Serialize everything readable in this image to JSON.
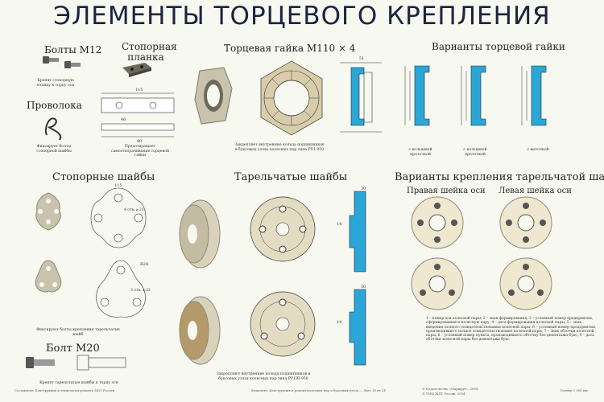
{
  "title": "ЭЛЕМЕНТЫ ТОРЦЕВОГО КРЕПЛЕНИЯ",
  "sections": {
    "bolts_m12": "Болты М12",
    "lock_plate": "Стопорная планка",
    "end_nut": "Торцевая гайка М110 × 4",
    "nut_variants": "Варианты торцевой гайки",
    "wire": "Проволока",
    "lock_washers": "Стопорные шайбы",
    "disc_washers": "Тарельчатые шайбы",
    "fastening_variants": "Варианты крепления тарельчатой шайбой",
    "right_neck": "Правая шейка оси",
    "left_neck": "Левая шейка оси",
    "bolt_m20": "Болт М20"
  },
  "notes": {
    "bolts_m12": "Крепят стопорную планку к торцу оси",
    "wire": "Фиксирует болты стопорной шайбы",
    "lock_plate": "Предотвращает самоотворачивание торцевой гайки",
    "end_nut": "Закрепляет внутренние кольца подшипников в буксовых узлах колесных пар типа РУ1-950",
    "variant_1": "с кольцевой проточкой",
    "variant_2": "с кольцевой проточкой",
    "variant_3": "с выточкой",
    "lock_washers": "Фиксируют болты крепления тарельчатых шайб",
    "bolt_m20": "Крепят тарельчатые шайбы к торцу оси",
    "disc_washers": "Закрепляют внутренние кольца подшипников в буксовых узлах колесных пар типа РУ1Ш-950"
  },
  "legend": "1 – номер оси колесной пары; 2 – знак формирования; 3 – условный номер предприятия, сформировавшего колесную пару; 4 – дата формирования колесной пары; 5 – знак введения полного освидетельствования колесной пары; 6 – условный номер предприятия, производившего полное освидетельствование колесной пары; 7 – знак обточки колесной пары; 8 – условный номер пункта, производившего обточку без демонтажа букс; 9 – дата обточки колесной пары без демонтажа букс",
  "footer": {
    "left": "Составлено: Конструкция и технология ремонта МОГ России",
    "center": "Комплект: Конструкция и ремонт колесных пар и буксовых узлов — Лист 20 из 24",
    "right_1": "© Издательство «Маршрут», 2004",
    "right_2": "© УМЦ ЖДТ России, 2004",
    "size": "Размер 1 000 мм"
  },
  "dims": {
    "d115": "115",
    "d46": "46",
    "d80": "80",
    "d51": "51",
    "d30": "30",
    "d14": "14",
    "d4x": "4 отв. ⌀ 21",
    "d3x": "3 отв. ⌀ 21",
    "r28": "R28"
  },
  "colors": {
    "ink": "#1b2440",
    "accent": "#2aa7d6",
    "metal": "#c9c3ae",
    "metal_dark": "#8f8a76",
    "bronze": "#b49a6a"
  }
}
